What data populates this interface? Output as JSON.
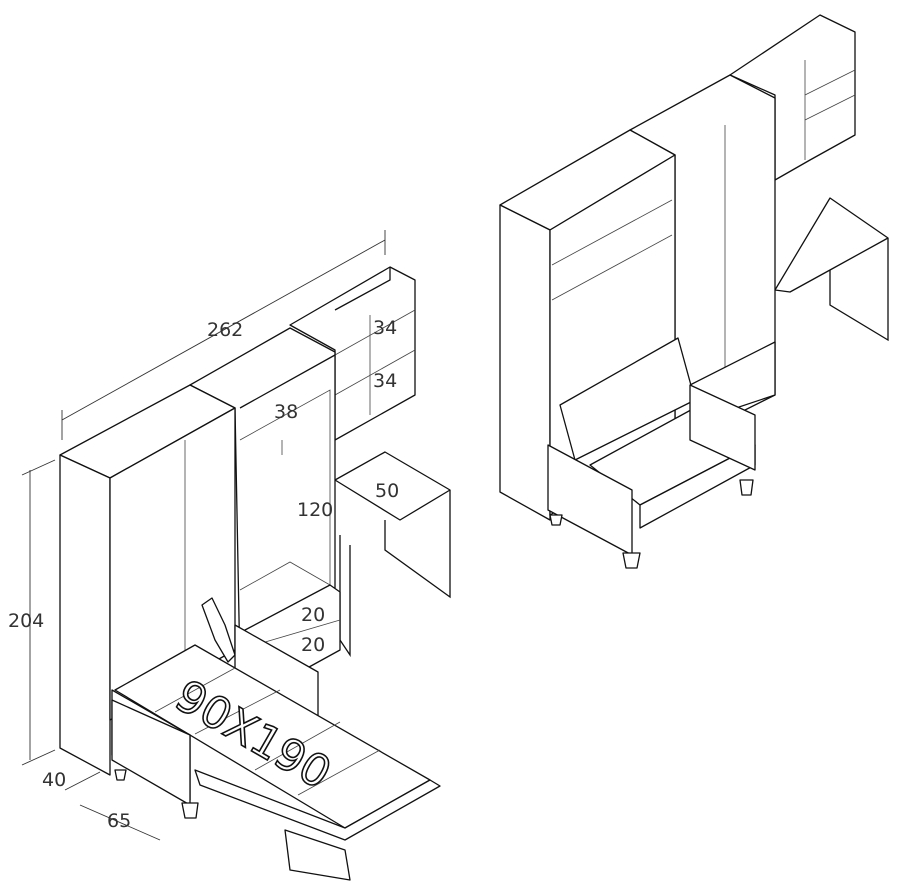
{
  "title": "Wall bed furniture set isometric drawing",
  "dimensions": {
    "total_width": "262",
    "shelf_top": "34",
    "shelf_second": "34",
    "wardrobe_top": "38",
    "wardrobe_hanging": "120",
    "desk_depth": "50",
    "height": "204",
    "drawer_top": "20",
    "drawer_bottom": "20",
    "cabinet_depth": "40",
    "bed_extension": "65"
  },
  "bed_size_label": "90X190",
  "colors": {
    "line": "#111111",
    "dimension_text": "#333333",
    "background": "#ffffff"
  }
}
